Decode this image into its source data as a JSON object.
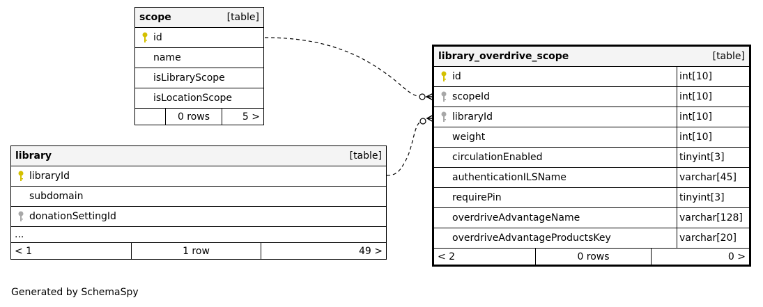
{
  "tables": {
    "scope": {
      "name": "scope",
      "kind": "[table]",
      "columns": [
        {
          "name": "id",
          "key": "primary"
        },
        {
          "name": "name",
          "key": "none"
        },
        {
          "name": "isLibraryScope",
          "key": "none"
        },
        {
          "name": "isLocationScope",
          "key": "none"
        }
      ],
      "footer": {
        "left": "",
        "center": "0 rows",
        "right": "5 >"
      }
    },
    "library": {
      "name": "library",
      "kind": "[table]",
      "columns": [
        {
          "name": "libraryId",
          "key": "primary"
        },
        {
          "name": "subdomain",
          "key": "none"
        },
        {
          "name": "donationSettingId",
          "key": "foreign"
        }
      ],
      "ellipsis": "...",
      "footer": {
        "left": "< 1",
        "center": "1 row",
        "right": "49 >"
      }
    },
    "library_overdrive_scope": {
      "name": "library_overdrive_scope",
      "kind": "[table]",
      "columns": [
        {
          "name": "id",
          "key": "primary",
          "type": "int[10]"
        },
        {
          "name": "scopeId",
          "key": "foreign",
          "type": "int[10]"
        },
        {
          "name": "libraryId",
          "key": "foreign",
          "type": "int[10]"
        },
        {
          "name": "weight",
          "key": "none",
          "type": "int[10]"
        },
        {
          "name": "circulationEnabled",
          "key": "none",
          "type": "tinyint[3]"
        },
        {
          "name": "authenticationILSName",
          "key": "none",
          "type": "varchar[45]"
        },
        {
          "name": "requirePin",
          "key": "none",
          "type": "tinyint[3]"
        },
        {
          "name": "overdriveAdvantageName",
          "key": "none",
          "type": "varchar[128]"
        },
        {
          "name": "overdriveAdvantageProductsKey",
          "key": "none",
          "type": "varchar[20]"
        }
      ],
      "footer": {
        "left": "< 2",
        "center": "0 rows",
        "right": "0 >"
      }
    }
  },
  "relationships": [
    {
      "from": "scope.id",
      "to": "library_overdrive_scope.scopeId"
    },
    {
      "from": "library.libraryId",
      "to": "library_overdrive_scope.libraryId"
    }
  ],
  "colors": {
    "primary_key": "#d4c000",
    "foreign_key": "#a8a8a8",
    "header_bg": "#f4f4f4"
  },
  "generated_by": "Generated by SchemaSpy"
}
